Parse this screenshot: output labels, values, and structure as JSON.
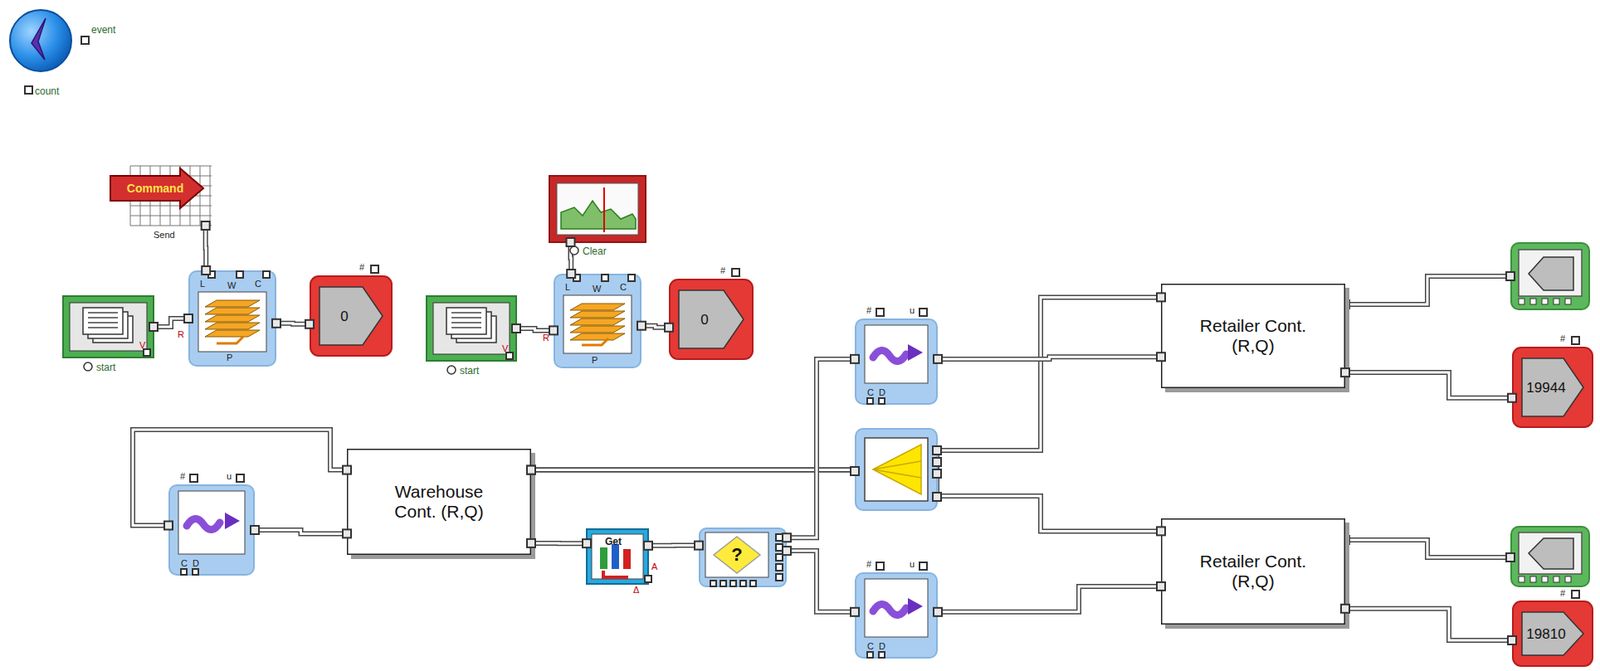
{
  "diagram": {
    "nodes": [
      {
        "text": [
          "Command",
          "Send"
        ]
      },
      {
        "text": [
          "Clear"
        ]
      },
      {
        "text": [
          "start",
          "V"
        ]
      },
      {
        "text": [
          "L",
          "W",
          "C",
          "R",
          "P"
        ]
      },
      {
        "text": [
          "#",
          "0"
        ]
      },
      {
        "text": [
          "start",
          "V"
        ]
      },
      {
        "text": [
          "L",
          "W",
          "C",
          "R",
          "P"
        ]
      },
      {
        "text": [
          "#",
          "0"
        ]
      },
      {
        "text": [
          "#",
          "u",
          "C",
          "D"
        ]
      },
      {
        "text": [
          "Warehouse Cont. (R,Q)"
        ]
      },
      {
        "text": [
          "Get",
          "A",
          "Δ"
        ]
      },
      {
        "text": [
          "?"
        ]
      },
      {
        "text": [
          "#",
          "u",
          "C",
          "D"
        ]
      },
      {
        "text": [
          "#",
          "u",
          "C",
          "D"
        ]
      },
      {
        "text": [
          "Retailer Cont. (R,Q)"
        ]
      },
      {
        "text": [
          "#",
          "19944"
        ]
      },
      {
        "text": [
          "Retailer Cont. (R,Q)"
        ]
      },
      {
        "text": [
          "#",
          "19810"
        ]
      }
    ],
    "edges": [
      {
        "from": 0,
        "to": 3,
        "arrow": "none"
      },
      {
        "from": 2,
        "to": 3,
        "arrow": "none"
      },
      {
        "from": 3,
        "to": 4,
        "arrow": "none"
      },
      {
        "from": 1,
        "to": 6,
        "arrow": "none"
      },
      {
        "from": 5,
        "to": 6,
        "arrow": "none"
      },
      {
        "from": 6,
        "to": 7,
        "arrow": "none"
      },
      {
        "from": 8,
        "to": 9,
        "arrow": "none"
      },
      {
        "from": 9,
        "to": 8,
        "arrow": "none"
      },
      {
        "from": 9,
        "to": 14,
        "arrow": "none"
      },
      {
        "from": 9,
        "to": 16,
        "arrow": "none"
      },
      {
        "from": 9,
        "to": 10,
        "arrow": "none"
      },
      {
        "from": 10,
        "to": 11,
        "arrow": "none"
      },
      {
        "from": 11,
        "to": 12,
        "arrow": "none"
      },
      {
        "from": 11,
        "to": 13,
        "arrow": "none"
      },
      {
        "from": 12,
        "to": 14,
        "arrow": "none"
      },
      {
        "from": 13,
        "to": 16,
        "arrow": "none"
      },
      {
        "from": 14,
        "to": 15,
        "arrow": "none"
      },
      {
        "from": 16,
        "to": 17,
        "arrow": "none"
      }
    ],
    "labels": [
      "event",
      "count"
    ]
  }
}
